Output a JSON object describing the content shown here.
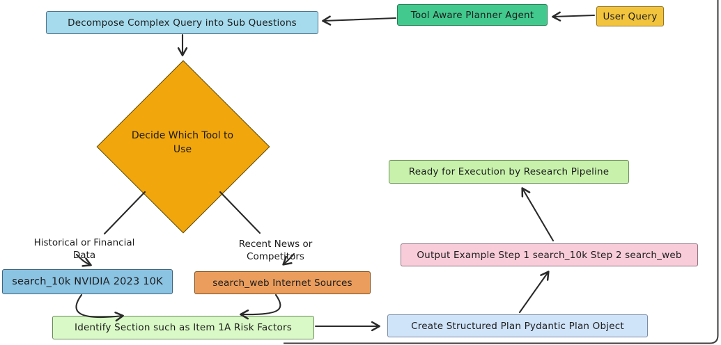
{
  "diagram": {
    "title": "Tool Aware Planner Agent flowchart",
    "nodes": {
      "user_query": {
        "label": "User Query",
        "fill": "#f2c43d",
        "border": "#937427"
      },
      "planner_agent": {
        "label": "Tool Aware Planner Agent",
        "fill": "#41c98e",
        "border": "#2a7c53"
      },
      "decompose": {
        "label": "Decompose Complex Query into Sub Questions",
        "fill": "#a5dbed",
        "border": "#51738a"
      },
      "decide_tool": {
        "label": "Decide Which Tool to Use",
        "fill": "#f1a60c",
        "border": "#5c4a12"
      },
      "search_10k": {
        "label": "search_10k NVIDIA 2023 10K",
        "fill": "#8bc3e2",
        "border": "#41637a"
      },
      "search_web": {
        "label": "search_web Internet Sources",
        "fill": "#ea9d5c",
        "border": "#7d4f1e"
      },
      "identify": {
        "label": "Identify Section such as Item 1A Risk Factors",
        "fill": "#d9f9c6",
        "border": "#6b8a5e"
      },
      "create_plan": {
        "label": "Create Structured Plan Pydantic Plan Object",
        "fill": "#cfe3f9",
        "border": "#7b8ba3"
      },
      "output_example": {
        "label": "Output Example Step 1 search_10k Step 2 search_web",
        "fill": "#f8ccd9",
        "border": "#8f7080"
      },
      "ready": {
        "label": "Ready for Execution by Research Pipeline",
        "fill": "#c8f2ac",
        "border": "#6f8f5e"
      }
    },
    "edge_labels": {
      "historical": "Historical or Financial Data",
      "recent": "Recent News or Competitors"
    },
    "line_color": "#2a2a2a"
  }
}
